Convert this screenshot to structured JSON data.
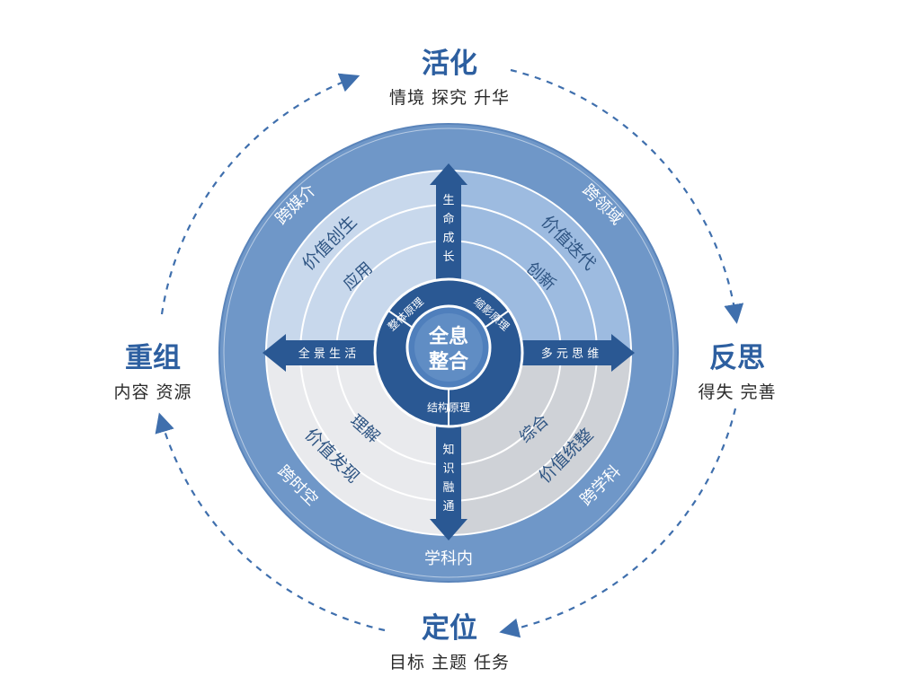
{
  "outer_stages": {
    "top": {
      "title": "活化",
      "subtitle": "情境  探究  升华"
    },
    "right": {
      "title": "反思",
      "subtitle": "得失  完善"
    },
    "bottom": {
      "title": "定位",
      "subtitle": "目标  主题  任务"
    },
    "left": {
      "title": "重组",
      "subtitle": "内容  资源"
    }
  },
  "ring_outer": {
    "top_left": "跨媒介",
    "top_right": "跨领域",
    "bottom_left": "跨时空",
    "bottom_right": "跨学科",
    "bottom": "学科内"
  },
  "ring_values": {
    "top_left": "价值创生",
    "top_right": "价值迭代",
    "bottom_left": "价值发现",
    "bottom_right": "价值统整"
  },
  "ring_inner": {
    "top_left": "应用",
    "top_right": "创新",
    "bottom_left": "理解",
    "bottom_right": "综合"
  },
  "arrows": {
    "up": [
      "生",
      "命",
      "成",
      "长"
    ],
    "down": [
      "知",
      "识",
      "融",
      "通"
    ],
    "left": "全 景 生 活",
    "right": "多 元 思 维"
  },
  "principles": {
    "top_left": "整体原理",
    "top_right": "缩影原理",
    "bottom": "结构原理"
  },
  "center": {
    "line1": "全息",
    "line2": "整合"
  },
  "colors": {
    "dark_blue": "#2a5893",
    "mid_blue": "#6f97c8",
    "light_blue": "#b8cde7",
    "pale_blue": "#dce6f3",
    "gray": "#d2d5da",
    "light_gray": "#e6e7ea",
    "dashed": "#3f6fad"
  }
}
